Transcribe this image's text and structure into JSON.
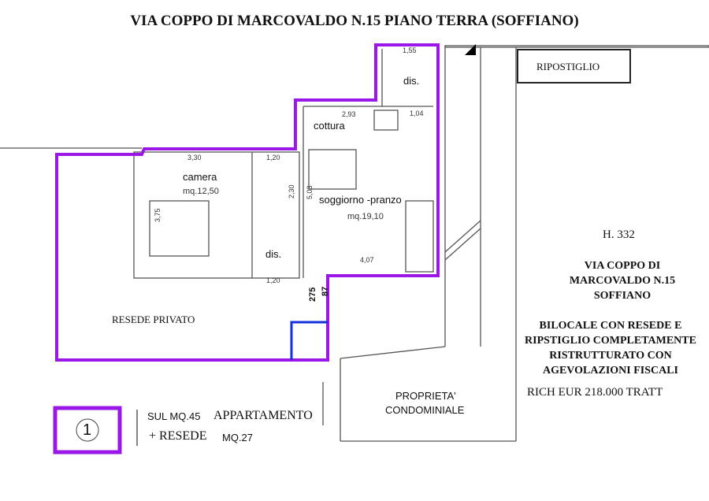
{
  "title": "VIA COPPO DI MARCOVALDO N.15 PIANO TERRA (SOFFIANO)",
  "rooms": {
    "ripostiglio": "RIPOSTIGLIO",
    "dis_top": "dis.",
    "cottura": "cottura",
    "camera": "camera",
    "camera_area": "mq.12,50",
    "soggiorno": "soggiorno -pranzo",
    "soggiorno_area": "mq.19,10",
    "dis_bottom": "dis.",
    "resede": "RESEDE PRIVATO",
    "condominiale_1": "PROPRIETA'",
    "condominiale_2": "CONDOMINIALE"
  },
  "dimensions": {
    "d155": "1,55",
    "d104": "1,04",
    "d293": "2,93",
    "d330": "3,30",
    "d120_top": "1,20",
    "d230": "2,30",
    "d503": "5,03",
    "d375": "3,75",
    "d407": "4,07",
    "d120_bottom": "1,20",
    "d275": "275",
    "d87": "87"
  },
  "info": {
    "height": "H. 332",
    "address": [
      "VIA COPPO DI",
      "MARCOVALDO N.15",
      "SOFFIANO"
    ],
    "description": [
      "BILOCALE CON RESEDE E",
      "RIPSTIGLIO COMPLETAMENTE",
      "RISTRUTTURATO CON",
      "AGEVOLAZIONI FISCALI"
    ],
    "price": "RICH EUR 218.000 TRATT"
  },
  "legend": {
    "number": "1",
    "line1_a": "SUL MQ.45",
    "line1_b": "APPARTAMENTO",
    "line2_a": "+ RESEDE",
    "line2_b": "MQ.27"
  },
  "colors": {
    "outline": "#9b17e8",
    "resede_mark": "#1530d8",
    "walls": "#555555"
  }
}
